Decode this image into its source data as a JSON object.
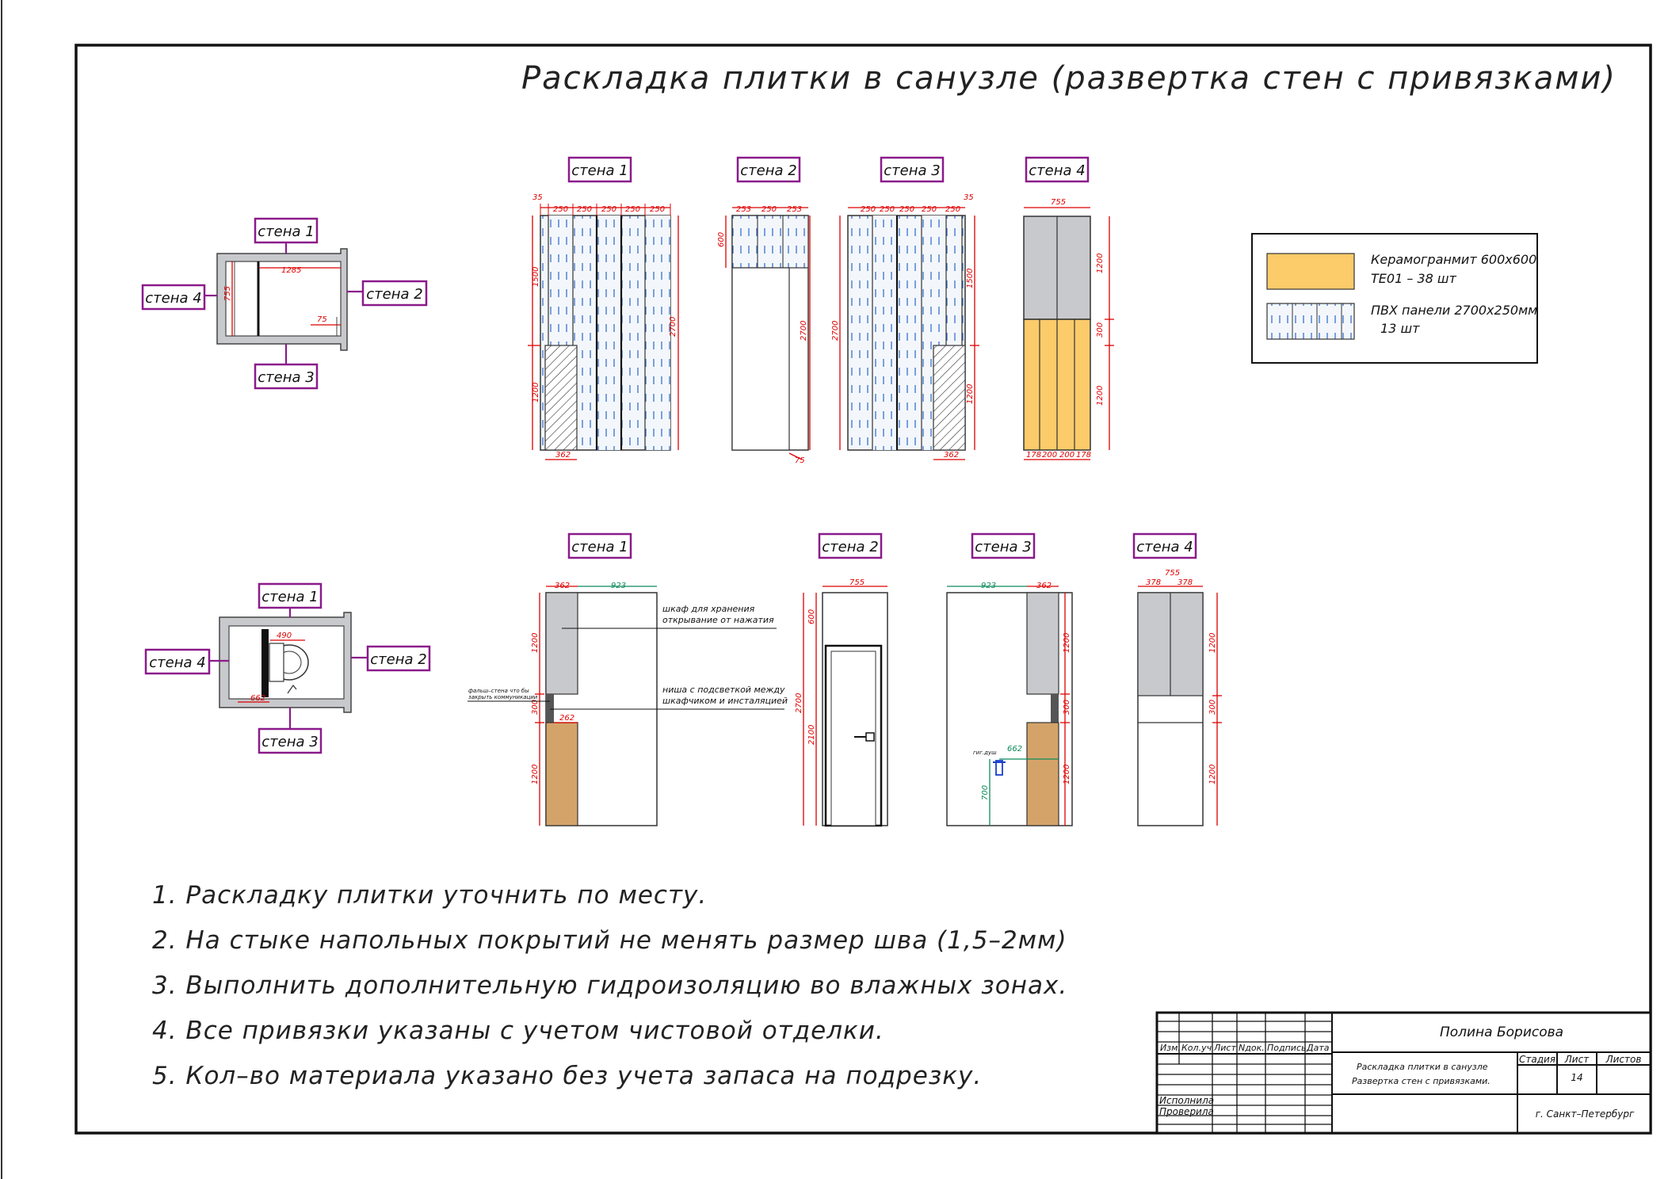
{
  "title": "Раскладка плитки в санузле (развертка стен с привязками)",
  "wall_labels": {
    "w1": "стена 1",
    "w2": "стена 2",
    "w3": "стена 3",
    "w4": "стена 4"
  },
  "legend": {
    "item1_line1": "Керамогранмит 600х600",
    "item1_line2": "TE01 – 38 шт",
    "item2_line1": "ПВХ панели 2700х250мм",
    "item2_line2": "13 шт",
    "colors": {
      "tile": "#fccb6a",
      "pvc": "#eef4fb",
      "cabinet": "#c8c9cc",
      "wood": "#d4a36a",
      "frame_accent": "#8b1a8b",
      "dimension": "#dd0000"
    }
  },
  "plan_dims": {
    "top_1285": "1285",
    "side_755": "755",
    "door_75": "75",
    "toilet_490": "490",
    "bottom_662": "662"
  },
  "dims_top": {
    "w1_top": [
      "35",
      "250",
      "250",
      "250",
      "250",
      "250"
    ],
    "w1_side_1500": "1500",
    "w1_side_1200": "1200",
    "w1_total_2700": "2700",
    "w1_bottom_362": "362",
    "w2_top": [
      "253",
      "250",
      "253"
    ],
    "w2_side_600": "600",
    "w2_total_2700": "2700",
    "w2_75": "75",
    "w3_top": [
      "250",
      "250",
      "250",
      "250",
      "250",
      "35"
    ],
    "w3_total_2700": "2700",
    "w3_side_1500": "1500",
    "w3_side_1200": "1200",
    "w3_bottom_362": "362",
    "w4_top_755": "755",
    "w4_1200a": "1200",
    "w4_300": "300",
    "w4_1200b": "1200",
    "w4_bottom": [
      "178",
      "200",
      "200",
      "178"
    ]
  },
  "dims_bottom": {
    "w1_362": "362",
    "w1_923": "923",
    "w1_1200a": "1200",
    "w1_300": "300",
    "w1_1200b": "1200",
    "w1_262": "262",
    "w2_755": "755",
    "w2_600": "600",
    "w2_2100": "2100",
    "w2_2700": "2700",
    "w3_923": "923",
    "w3_362": "362",
    "w3_1200a": "1200",
    "w3_300": "300",
    "w3_1200b": "1200",
    "w3_662": "662",
    "w3_700": "700",
    "w4_755": "755",
    "w4_378a": "378",
    "w4_378b": "378",
    "w4_1200a": "1200",
    "w4_300": "300",
    "w4_1200b": "1200"
  },
  "callouts": {
    "cabinet_l1": "шкаф для хранения",
    "cabinet_l2": "открывание от нажатия",
    "niche_l1": "ниша с подсветкой между",
    "niche_l2": "шкафчиком и инсталяцией",
    "false_wall_l1": "фальш–стена что бы",
    "false_wall_l2": "закрыть коммуникации",
    "shower": "гиг.душ"
  },
  "notes": [
    "1. Раскладку плитки уточнить по месту.",
    "2. На стыке напольных покрытий не менять размер шва (1,5–2мм)",
    "3. Выполнить дополнительную гидроизоляцию во влажных зонах.",
    "4. Все привязки указаны с учетом чистовой отделки.",
    "5. Кол–во материала указано без учета запаса на подрезку."
  ],
  "title_block": {
    "author": "Полина Борисова",
    "cols": [
      "Изм.",
      "Кол.уч",
      "Лист",
      "Nдок.",
      "Подпись",
      "Дата"
    ],
    "desc_l1": "Раскладка плитки в санузле",
    "desc_l2": "Развертка стен с привязками.",
    "stage_label": "Стадия",
    "sheet_label": "Лист",
    "sheets_label": "Листов",
    "sheet_no": "14",
    "performed": "Исполнила",
    "checked": "Проверила",
    "city": "г. Санкт–Петербург"
  }
}
